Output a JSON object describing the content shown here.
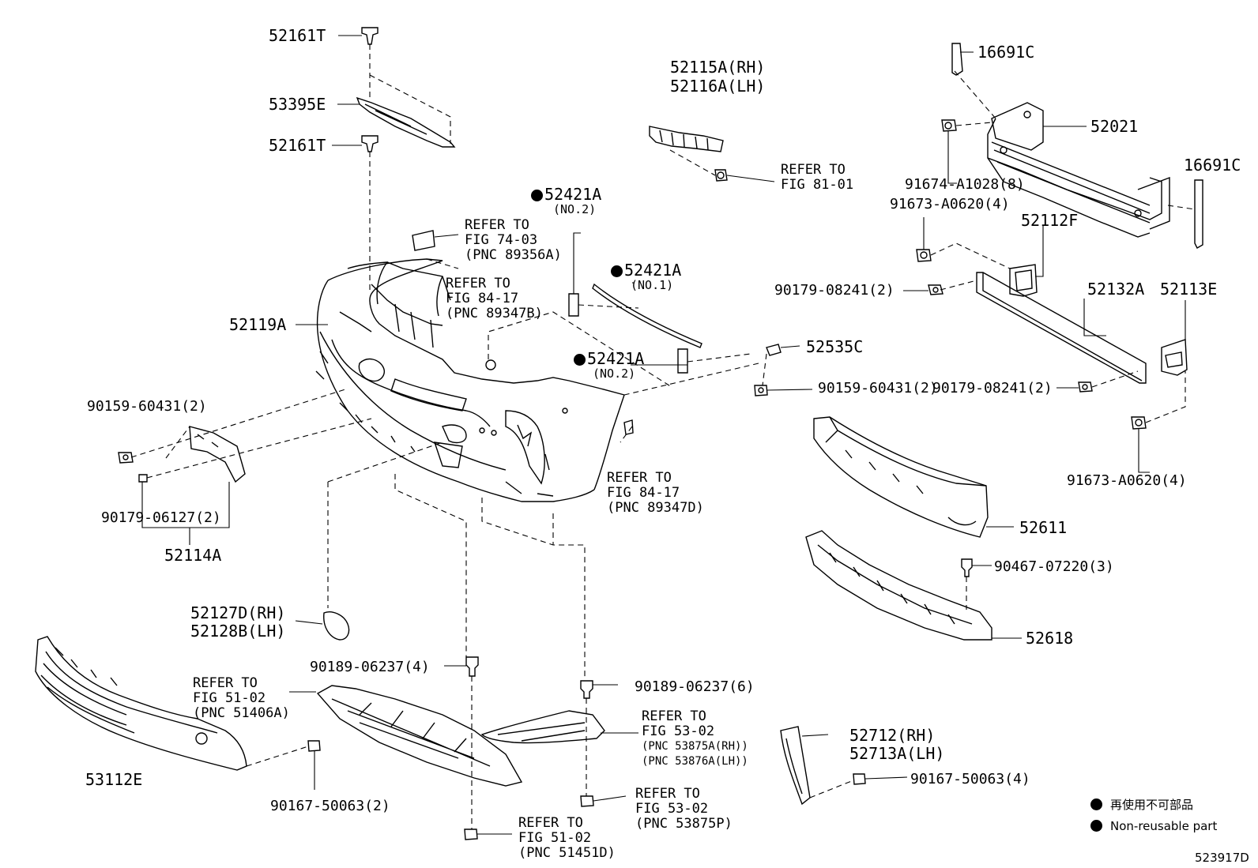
{
  "labels": {
    "p52161T_top": "52161T",
    "p53395E": "53395E",
    "p52161T_mid": "52161T",
    "p52115A": "52115A(RH)",
    "p52116A": "52116A(LH)",
    "p16691C_top": "16691C",
    "p52021": "52021",
    "p91674": "91674-A1028(8)",
    "p16691C_right": "16691C",
    "p91673_upper": "91673-A0620(4)",
    "p52112F": "52112F",
    "p52421A_a": "52421A",
    "p52421A_a_no": "(NO.2)",
    "p52421A_b": "52421A",
    "p52421A_b_no": "(NO.1)",
    "p52421A_c": "52421A",
    "p52421A_c_no": "(NO.2)",
    "p90179_08241_a": "90179-08241(2)",
    "p52132A": "52132A",
    "p52113E": "52113E",
    "p52119A": "52119A",
    "p52535C": "52535C",
    "p90159_right": "90159-60431(2)",
    "p90179_08241_b": "90179-08241(2)",
    "p90159_left": "90159-60431(2)",
    "p91673_lower": "91673-A0620(4)",
    "p90179_06127": "90179-06127(2)",
    "p52114A": "52114A",
    "p52611": "52611",
    "p90467": "90467-07220(3)",
    "p52127D": "52127D(RH)",
    "p52128B": "52128B(LH)",
    "p52618": "52618",
    "p90189_4": "90189-06237(4)",
    "p90189_6": "90189-06237(6)",
    "p53112E": "53112E",
    "p52712": "52712(RH)",
    "p52713A": "52713A(LH)",
    "p90167_4": "90167-50063(4)",
    "p90167_2": "90167-50063(2)"
  },
  "refs": {
    "fig81": [
      "REFER TO",
      "FIG 81-01"
    ],
    "fig74": [
      "REFER TO",
      "FIG 74-03",
      "(PNC 89356A)"
    ],
    "fig84a": [
      "REFER TO",
      "FIG 84-17",
      "(PNC 89347B)"
    ],
    "fig84b": [
      "REFER TO",
      "FIG 84-17",
      "(PNC 89347D)"
    ],
    "fig51a": [
      "REFER TO",
      "FIG 51-02",
      "(PNC 51406A)"
    ],
    "fig53a": [
      "REFER TO",
      "FIG 53-02",
      "(PNC 53875A(RH))",
      "(PNC 53876A(LH))"
    ],
    "fig53b": [
      "REFER TO",
      "FIG 53-02",
      "(PNC 53875P)"
    ],
    "fig51b": [
      "REFER TO",
      "FIG 51-02",
      "(PNC 51451D)"
    ]
  },
  "legend": {
    "line1": "再使用不可部品",
    "line2": "Non-reusable part"
  },
  "illustration_id": "523917D"
}
